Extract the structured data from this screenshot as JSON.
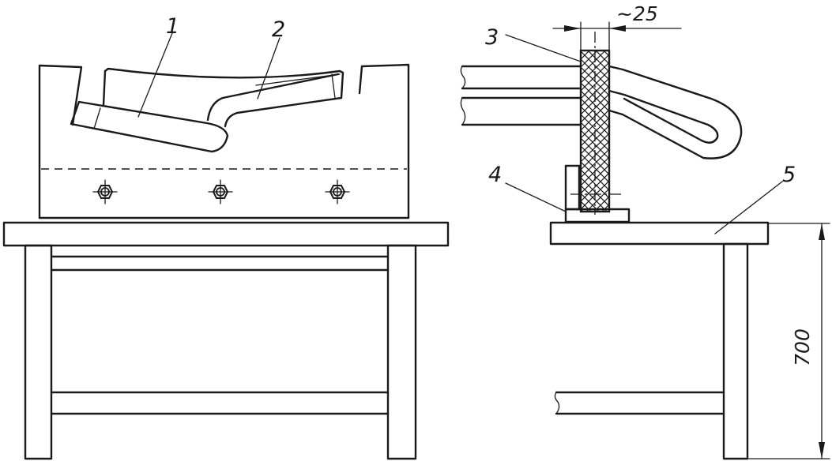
{
  "callouts": {
    "c1": "1",
    "c2": "2",
    "c3": "3",
    "c4": "4",
    "c5": "5"
  },
  "dimensions": {
    "thickness": "~25",
    "height": "700"
  },
  "colors": {
    "line": "#1a1a1a",
    "background": "#ffffff"
  }
}
